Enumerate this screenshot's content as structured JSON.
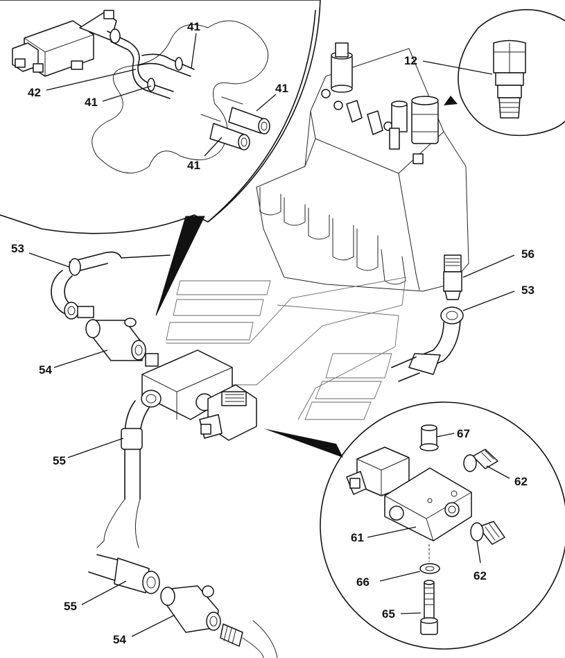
{
  "callouts": {
    "c41a": "41",
    "c41b": "41",
    "c41c": "41",
    "c41d": "41",
    "c42": "42",
    "c12": "12",
    "c53a": "53",
    "c53b": "53",
    "c54a": "54",
    "c54b": "54",
    "c55a": "55",
    "c55b": "55",
    "c56": "56",
    "c61": "61",
    "c62a": "62",
    "c62b": "62",
    "c65": "65",
    "c66": "66",
    "c67": "67"
  }
}
